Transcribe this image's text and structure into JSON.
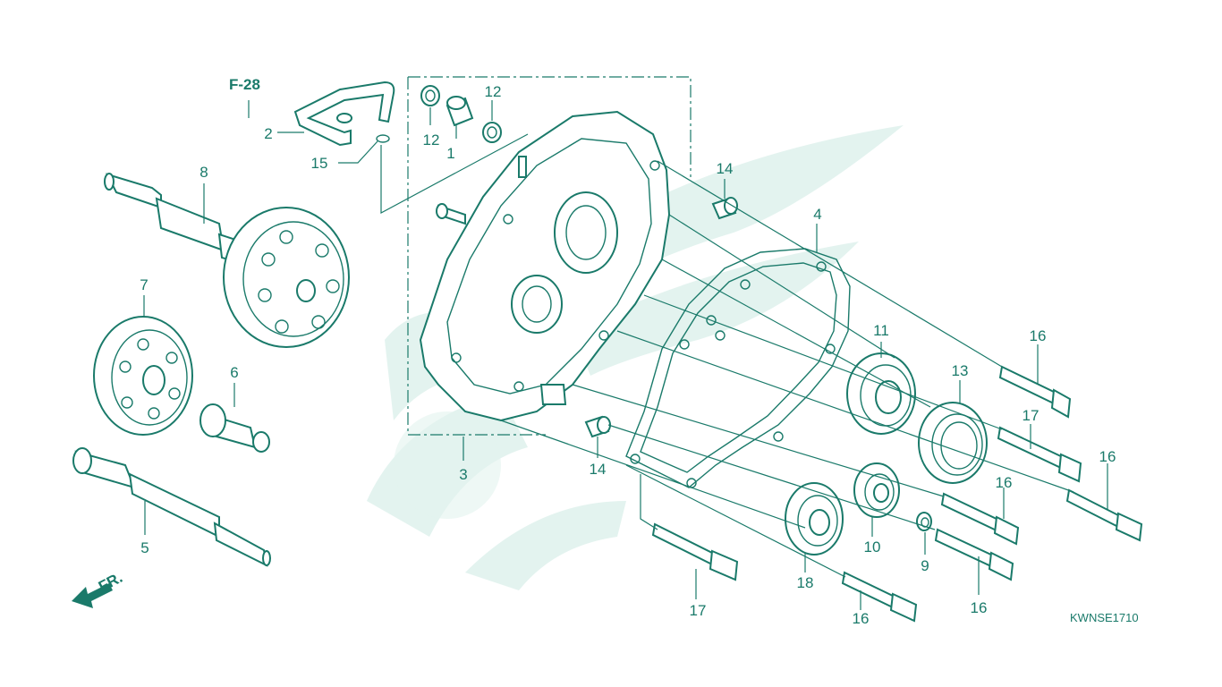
{
  "diagram": {
    "reference_tag": "F-28",
    "direction_tag": "FR.",
    "drawing_code": "KWNSE1710",
    "callouts": [
      {
        "id": "c1",
        "label": "1"
      },
      {
        "id": "c2",
        "label": "2"
      },
      {
        "id": "c3",
        "label": "3"
      },
      {
        "id": "c4",
        "label": "4"
      },
      {
        "id": "c5",
        "label": "5"
      },
      {
        "id": "c6",
        "label": "6"
      },
      {
        "id": "c7",
        "label": "7"
      },
      {
        "id": "c8",
        "label": "8"
      },
      {
        "id": "c9",
        "label": "9"
      },
      {
        "id": "c10",
        "label": "10"
      },
      {
        "id": "c11",
        "label": "11"
      },
      {
        "id": "c12a",
        "label": "12"
      },
      {
        "id": "c12b",
        "label": "12"
      },
      {
        "id": "c13",
        "label": "13"
      },
      {
        "id": "c14a",
        "label": "14"
      },
      {
        "id": "c14b",
        "label": "14"
      },
      {
        "id": "c15",
        "label": "15"
      },
      {
        "id": "c16a",
        "label": "16"
      },
      {
        "id": "c16b",
        "label": "16"
      },
      {
        "id": "c16c",
        "label": "16"
      },
      {
        "id": "c16d",
        "label": "16"
      },
      {
        "id": "c16e",
        "label": "16"
      },
      {
        "id": "c17a",
        "label": "17"
      },
      {
        "id": "c17b",
        "label": "17"
      },
      {
        "id": "c18",
        "label": "18"
      }
    ],
    "colors": {
      "line": "#1a7a6a",
      "watermark": "#e3f3ef",
      "background": "#ffffff"
    }
  }
}
